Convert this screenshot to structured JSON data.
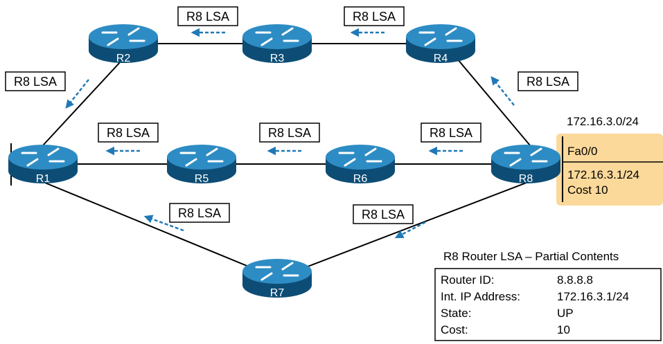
{
  "routers": [
    "R1",
    "R2",
    "R3",
    "R4",
    "R5",
    "R6",
    "R7",
    "R8"
  ],
  "lsa_label": "R8 LSA",
  "subnet": {
    "network": "172.16.3.0/24",
    "interface": "Fa0/0",
    "address": "172.16.3.1/24",
    "cost": "Cost 10"
  },
  "info_table": {
    "title": "R8 Router LSA – Partial Contents",
    "rows": [
      {
        "label": "Router ID:",
        "value": "8.8.8.8"
      },
      {
        "label": "Int. IP Address:",
        "value": "172.16.3.1/24"
      },
      {
        "label": "State:",
        "value": "UP"
      },
      {
        "label": "Cost:",
        "value": "10"
      }
    ]
  },
  "colors": {
    "router_body": "#1a6fa3",
    "router_top": "#2e8cc4",
    "router_edge": "#0d4d75",
    "arrow": "#2079b6",
    "subnet_fill": "#fbd99a"
  }
}
